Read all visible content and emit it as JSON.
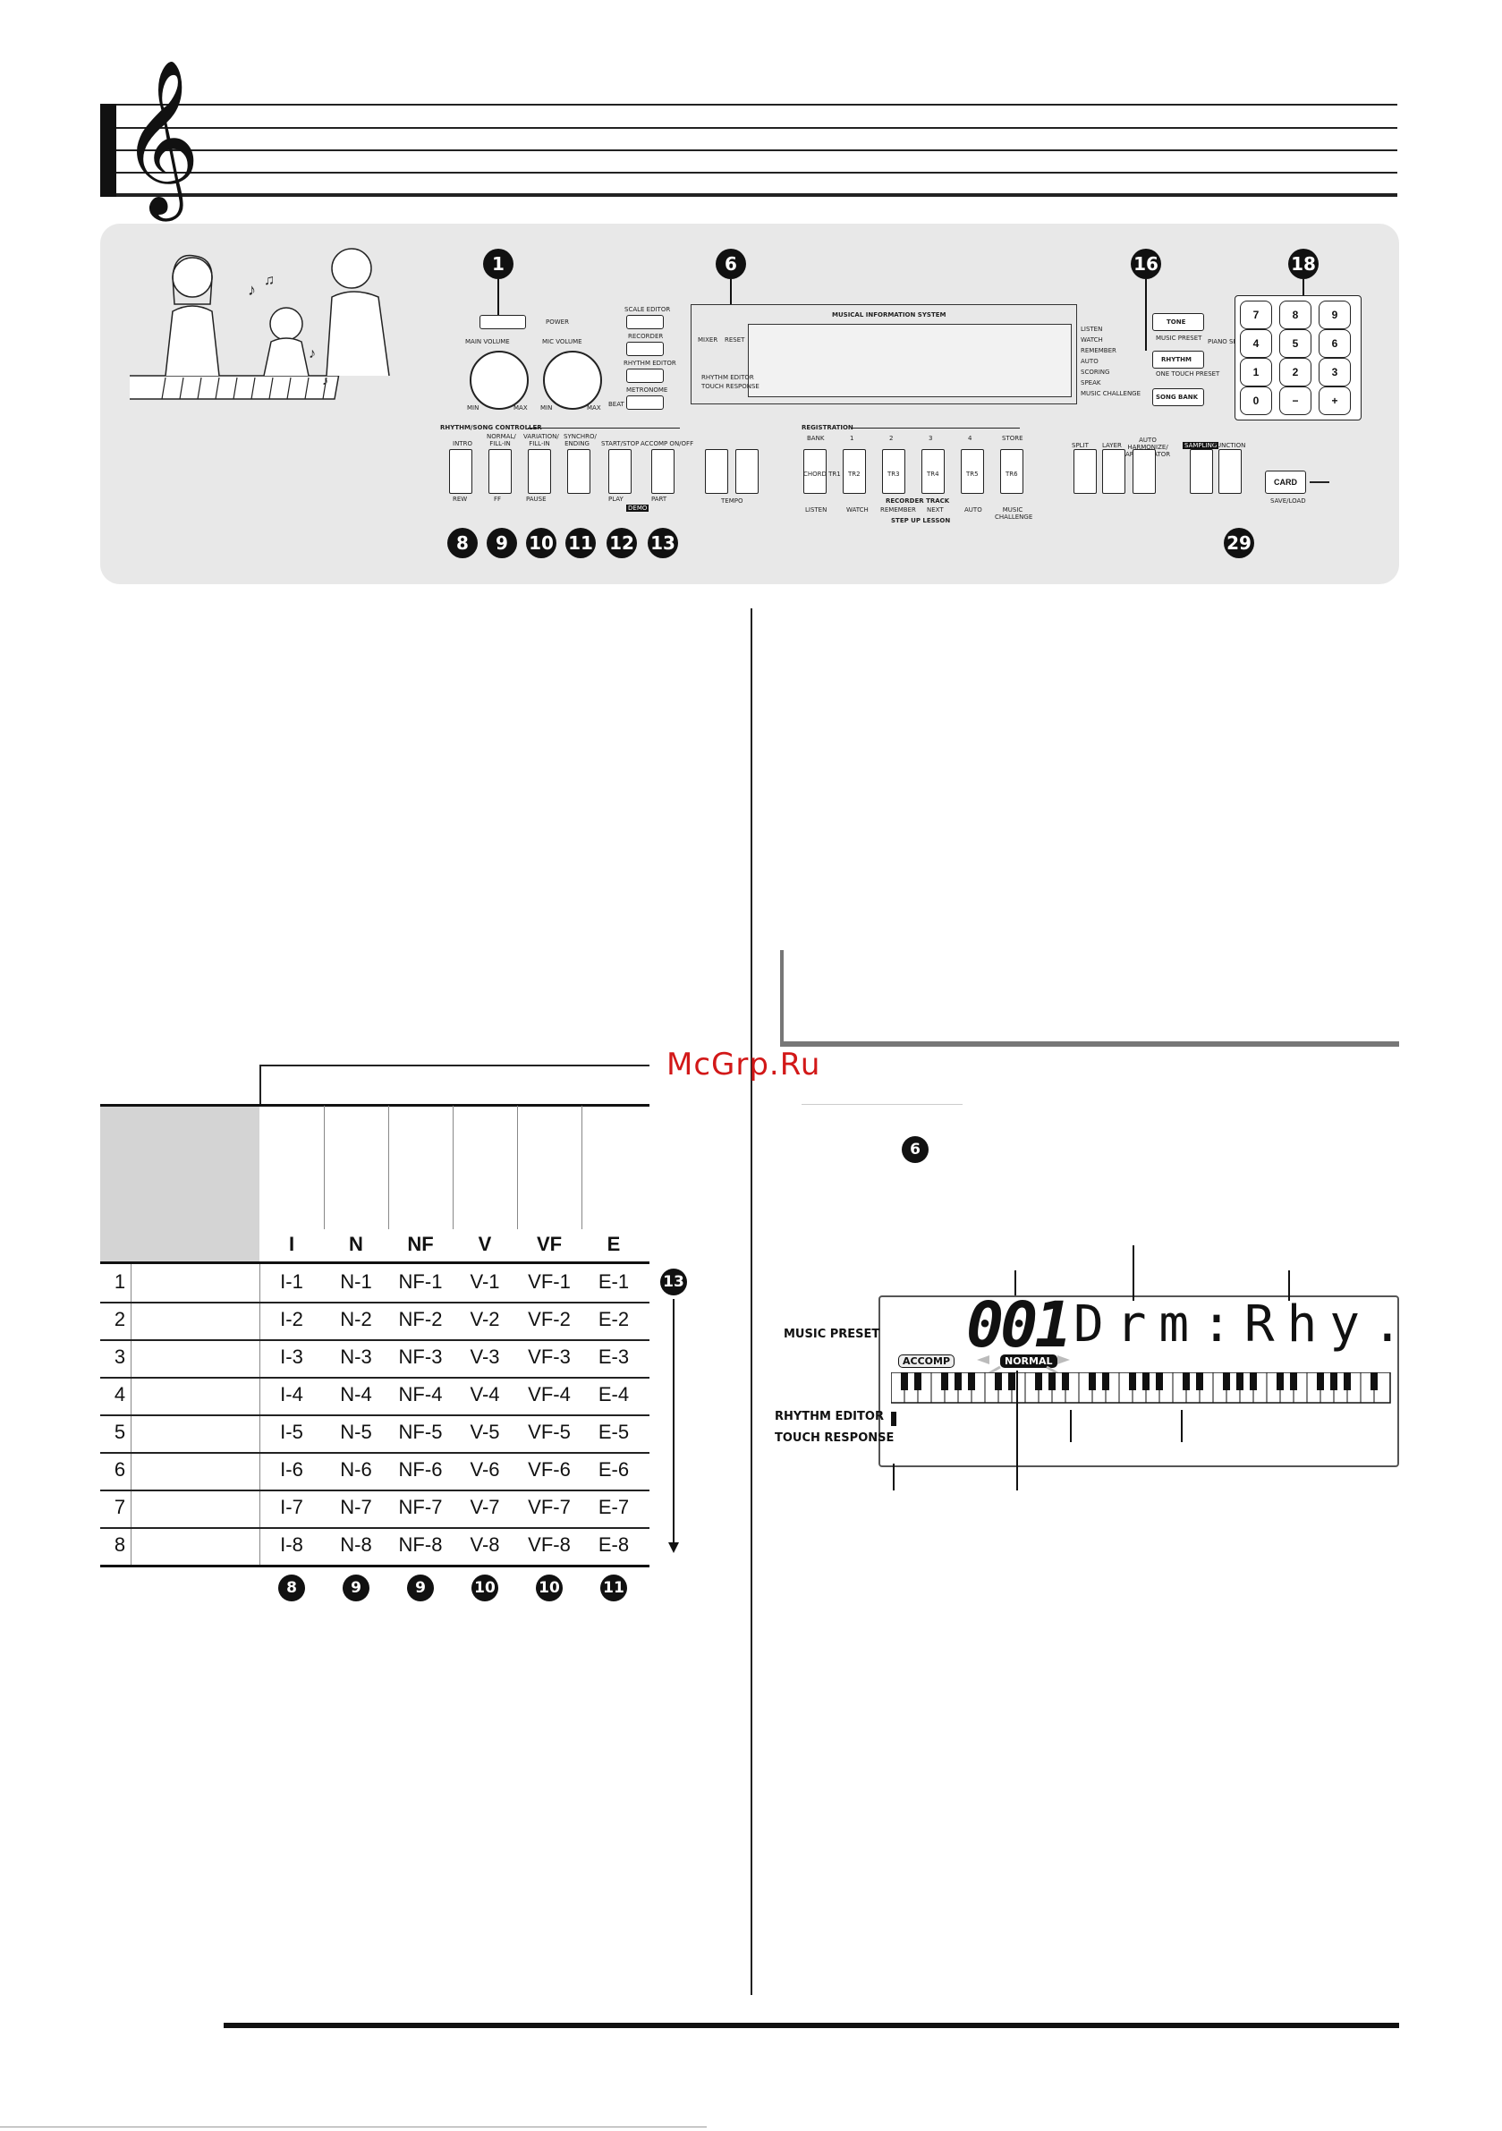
{
  "header": {
    "clef_glyph": "𝄞"
  },
  "panel": {
    "callouts_top": [
      "1",
      "6",
      "16",
      "18"
    ],
    "callouts_bottom": [
      "8",
      "9",
      "10",
      "11",
      "12",
      "13",
      "29"
    ],
    "power": "POWER",
    "main_volume": "MAIN VOLUME",
    "mic_volume": "MIC VOLUME",
    "min": "MIN",
    "max": "MAX",
    "left_buttons": [
      "SCALE EDITOR",
      "RECORDER",
      "RHYTHM EDITOR",
      "METRONOME"
    ],
    "beat": "BEAT",
    "lcd_title": "MUSICAL INFORMATION SYSTEM",
    "lcd_left": [
      "MIXER",
      "RESET"
    ],
    "lcd_bottom": [
      "RHYTHM EDITOR",
      "TOUCH RESPONSE"
    ],
    "lcd_right": [
      "LISTEN",
      "WATCH",
      "REMEMBER",
      "AUTO",
      "SCORING",
      "SPEAK",
      "MUSIC CHALLENGE"
    ],
    "tone": "TONE",
    "rhythm": "RHYTHM",
    "song_bank": "SONG BANK",
    "music_preset": "MUSIC PRESET",
    "one_touch_preset": "ONE TOUCH PRESET",
    "piano_setting": "PIANO SETTING",
    "numpad": [
      "7",
      "8",
      "9",
      "4",
      "5",
      "6",
      "1",
      "2",
      "3",
      "0",
      "−",
      "+"
    ],
    "controller_title": "RHYTHM/SONG CONTROLLER",
    "controller_buttons": [
      "INTRO",
      "NORMAL/ FILL-IN",
      "VARIATION/ FILL-IN",
      "SYNCHRO/ ENDING",
      "START/STOP",
      "ACCOMP ON/OFF"
    ],
    "controller_sub": [
      "REW",
      "FF",
      "PAUSE",
      "PLAY",
      "PART",
      "DEMO"
    ],
    "tempo": "TEMPO",
    "registration": "REGISTRATION",
    "registration_buttons": [
      "BANK",
      "1",
      "2",
      "3",
      "4",
      "STORE"
    ],
    "track_labels": [
      "CHORD TR1",
      "TR2",
      "TR3",
      "TR4",
      "TR5",
      "TR6"
    ],
    "recorder_track": "RECORDER TRACK",
    "step_labels": [
      "LISTEN",
      "WATCH",
      "REMEMBER",
      "NEXT",
      "AUTO",
      "MUSIC CHALLENGE"
    ],
    "step_up_lesson": "STEP UP LESSON",
    "right_buttons": [
      "SPLIT",
      "LAYER",
      "AUTO HARMONIZE/ ARPEGGIATOR",
      "SAMPLING",
      "FUNCTION"
    ],
    "card": "CARD",
    "save_load": "SAVE/LOAD"
  },
  "table": {
    "columns": [
      "I",
      "N",
      "NF",
      "V",
      "VF",
      "E"
    ],
    "rows": [
      {
        "num": "1",
        "cells": [
          "I-1",
          "N-1",
          "NF-1",
          "V-1",
          "VF-1",
          "E-1"
        ]
      },
      {
        "num": "2",
        "cells": [
          "I-2",
          "N-2",
          "NF-2",
          "V-2",
          "VF-2",
          "E-2"
        ]
      },
      {
        "num": "3",
        "cells": [
          "I-3",
          "N-3",
          "NF-3",
          "V-3",
          "VF-3",
          "E-3"
        ]
      },
      {
        "num": "4",
        "cells": [
          "I-4",
          "N-4",
          "NF-4",
          "V-4",
          "VF-4",
          "E-4"
        ]
      },
      {
        "num": "5",
        "cells": [
          "I-5",
          "N-5",
          "NF-5",
          "V-5",
          "VF-5",
          "E-5"
        ]
      },
      {
        "num": "6",
        "cells": [
          "I-6",
          "N-6",
          "NF-6",
          "V-6",
          "VF-6",
          "E-6"
        ]
      },
      {
        "num": "7",
        "cells": [
          "I-7",
          "N-7",
          "NF-7",
          "V-7",
          "VF-7",
          "E-7"
        ]
      },
      {
        "num": "8",
        "cells": [
          "I-8",
          "N-8",
          "NF-8",
          "V-8",
          "VF-8",
          "E-8"
        ]
      }
    ],
    "side_callout": "13",
    "bottom_callouts": [
      "8",
      "9",
      "9",
      "10",
      "10",
      "11"
    ]
  },
  "right_col": {
    "watermark": "McGrp.Ru",
    "step_callout": "6",
    "lcd": {
      "number": "001",
      "name": "Drm:Rhy.",
      "accomp": "ACCOMP",
      "normal": "NORMAL",
      "music_preset": "MUSIC PRESET",
      "rhythm_editor": "RHYTHM EDITOR",
      "touch_response": "TOUCH RESPONSE"
    }
  }
}
